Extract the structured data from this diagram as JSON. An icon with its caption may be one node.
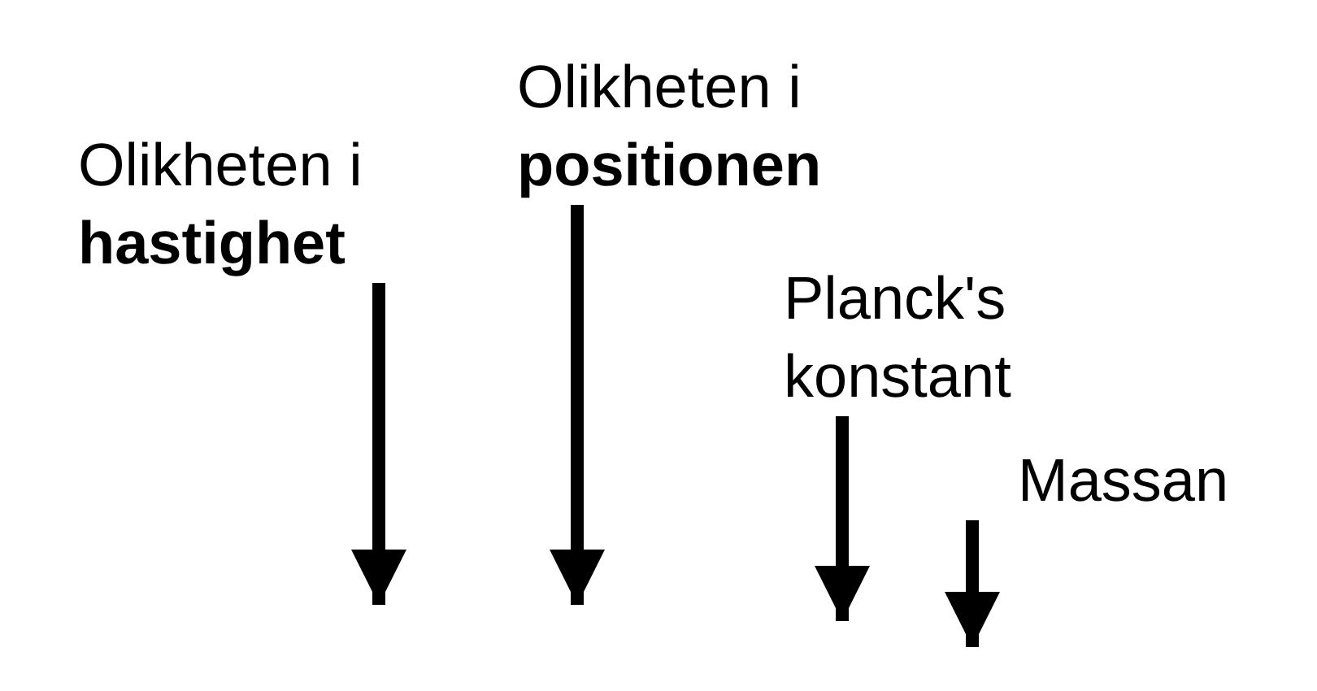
{
  "diagram": {
    "nodes": [
      {
        "text": [
          "Olikheten i **hastighet**"
        ]
      },
      {
        "text": [
          "Olikheten i **positionen**"
        ]
      },
      {
        "text": [
          "Planck's konstant"
        ]
      },
      {
        "text": [
          "Massan"
        ]
      }
    ],
    "edges": [
      {
        "from": 0,
        "to": null,
        "arrow": "to"
      },
      {
        "from": 1,
        "to": null,
        "arrow": "to"
      },
      {
        "from": 2,
        "to": null,
        "arrow": "to"
      },
      {
        "from": 3,
        "to": null,
        "arrow": "to"
      }
    ]
  }
}
